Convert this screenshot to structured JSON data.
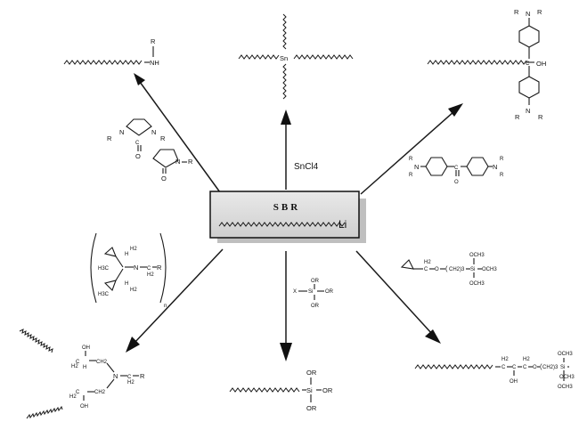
{
  "center": {
    "label": "SBR",
    "end_group": "Li"
  },
  "reagents": {
    "tin": "SnCl4",
    "cyclic_urea": {
      "n_left": "N",
      "n_right": "N",
      "r_left": "R",
      "r_right": "R",
      "carbon": "C",
      "oxygen": "O"
    },
    "pyrrolidone": {
      "n": "N",
      "r": "R",
      "oxygen": "O"
    },
    "michler_ketone": {
      "n_left": "N",
      "n_right": "N",
      "r": "R",
      "carbon": "C",
      "oxygen": "O"
    },
    "epoxy_amine": {
      "ch3_top": "H3C",
      "ch3_bottom": "H3C",
      "ch": "H",
      "ch2": "C",
      "h2": "H2",
      "n": "N",
      "r": "R",
      "subscript": "n"
    },
    "silane": {
      "x": "X",
      "si": "Si",
      "or": "OR"
    },
    "glycidoxy_silane": {
      "h2c": "H2",
      "c": "C",
      "o": "O",
      "ch2_3": "CH2)3",
      "si": "Si",
      "och3": "OCH3"
    }
  },
  "products": {
    "amine": {
      "r": "R",
      "nh": "NH"
    },
    "tin_coupled": {
      "sn": "Sn"
    },
    "carbinol": {
      "n": "N",
      "r": "R",
      "c": "C",
      "oh": "OH"
    },
    "hydroxy_amine": {
      "oh": "OH",
      "h2": "H2",
      "c": "C",
      "h": "H",
      "ch2": "CH2",
      "n": "N",
      "r": "R"
    },
    "alkoxysilane": {
      "si": "Si",
      "or": "OR"
    },
    "silyl_ether": {
      "h2": "H2",
      "c": "C",
      "oh": "OH",
      "o": "O",
      "ch2_3": "CH2)3",
      "si": "Si",
      "och3": "OCH3"
    }
  }
}
